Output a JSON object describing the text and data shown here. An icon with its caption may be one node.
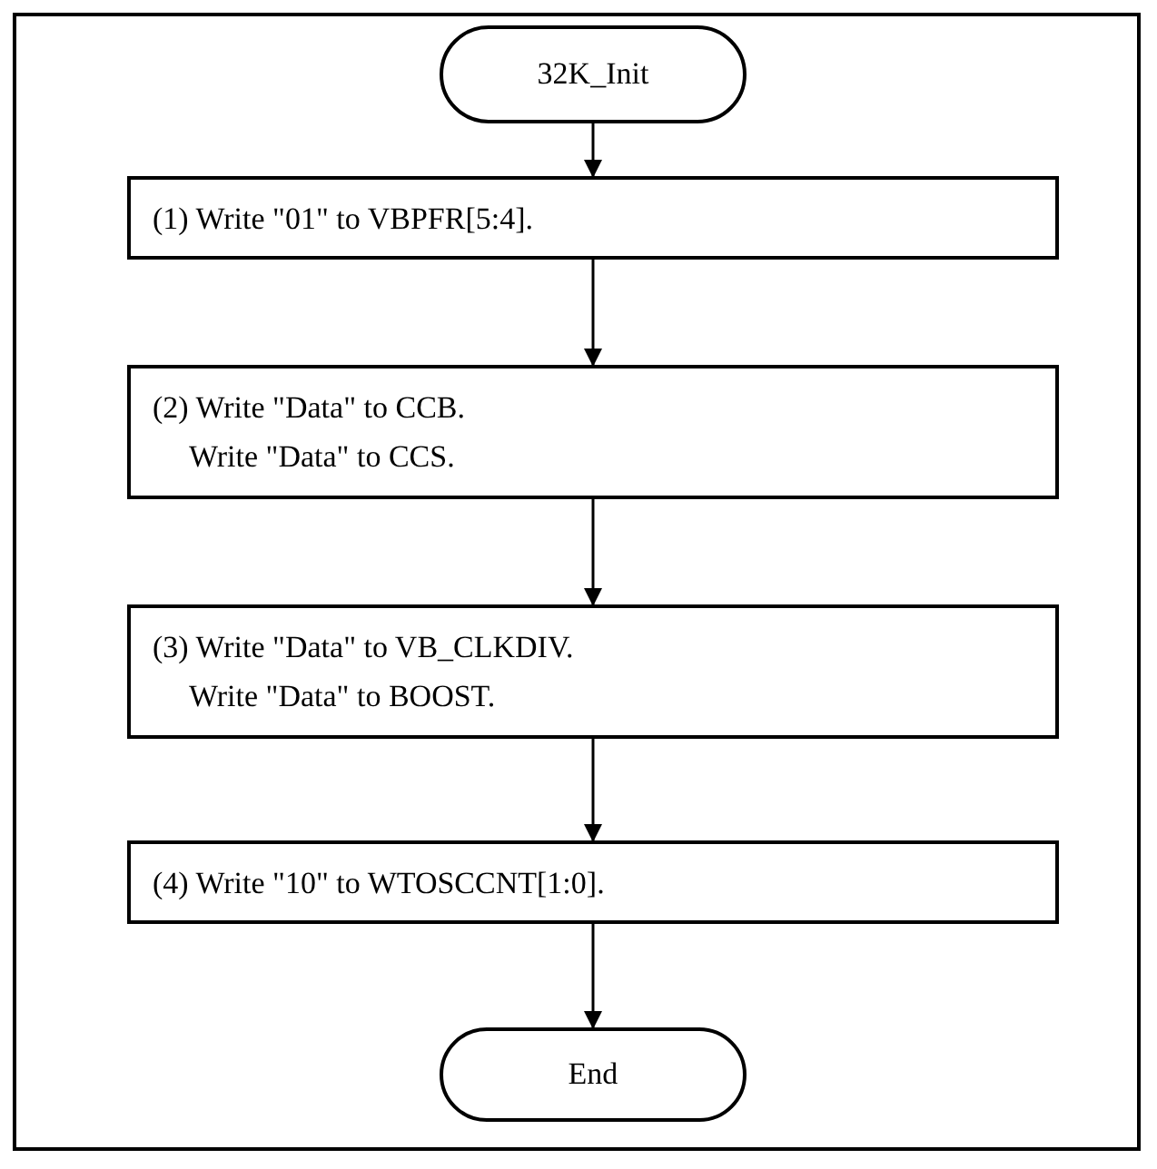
{
  "diagram": {
    "nodes": [
      {
        "text": [
          "32K_Init"
        ]
      },
      {
        "text": [
          "(1) Write \"01\" to VBPFR[5:4]."
        ]
      },
      {
        "text": [
          "(2) Write \"Data\" to CCB.",
          "Write \"Data\" to CCS."
        ]
      },
      {
        "text": [
          "(3) Write \"Data\" to VB_CLKDIV.",
          "Write \"Data\" to BOOST."
        ]
      },
      {
        "text": [
          "(4) Write \"10\" to WTOSCCNT[1:0]."
        ]
      },
      {
        "text": [
          "End"
        ]
      }
    ],
    "edges": [
      {
        "from": 0,
        "to": 1,
        "arrow": "to"
      },
      {
        "from": 1,
        "to": 2,
        "arrow": "to"
      },
      {
        "from": 2,
        "to": 3,
        "arrow": "to"
      },
      {
        "from": 3,
        "to": 4,
        "arrow": "to"
      },
      {
        "from": 4,
        "to": 5,
        "arrow": "to"
      }
    ]
  }
}
